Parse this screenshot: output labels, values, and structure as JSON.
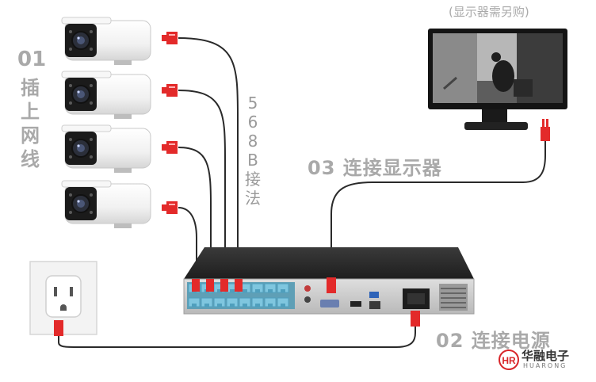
{
  "labels": {
    "step1_number": "01",
    "step1_text": "插上网线",
    "wiring_standard": "568B接法",
    "step3": "03 连接显示器",
    "step2": "02 连接电源",
    "monitor_note": "(显示器需另购)"
  },
  "brand": {
    "name_cn": "华融电子",
    "name_en": "HUARONG",
    "logo_letters": "HR"
  },
  "colors": {
    "label_gray": "#a9a9a9",
    "connector_red": "#e32a2a",
    "lan_port_blue": "#7fc6df",
    "nvr_body": "#2c2c2c",
    "nvr_front": "#cfcfcf",
    "brand_red": "#d8262a"
  },
  "nodes": {
    "cameras": [
      "camera-1",
      "camera-2",
      "camera-3",
      "camera-4"
    ],
    "nvr": "nvr-recorder",
    "monitor": "monitor",
    "outlet": "power-outlet"
  }
}
